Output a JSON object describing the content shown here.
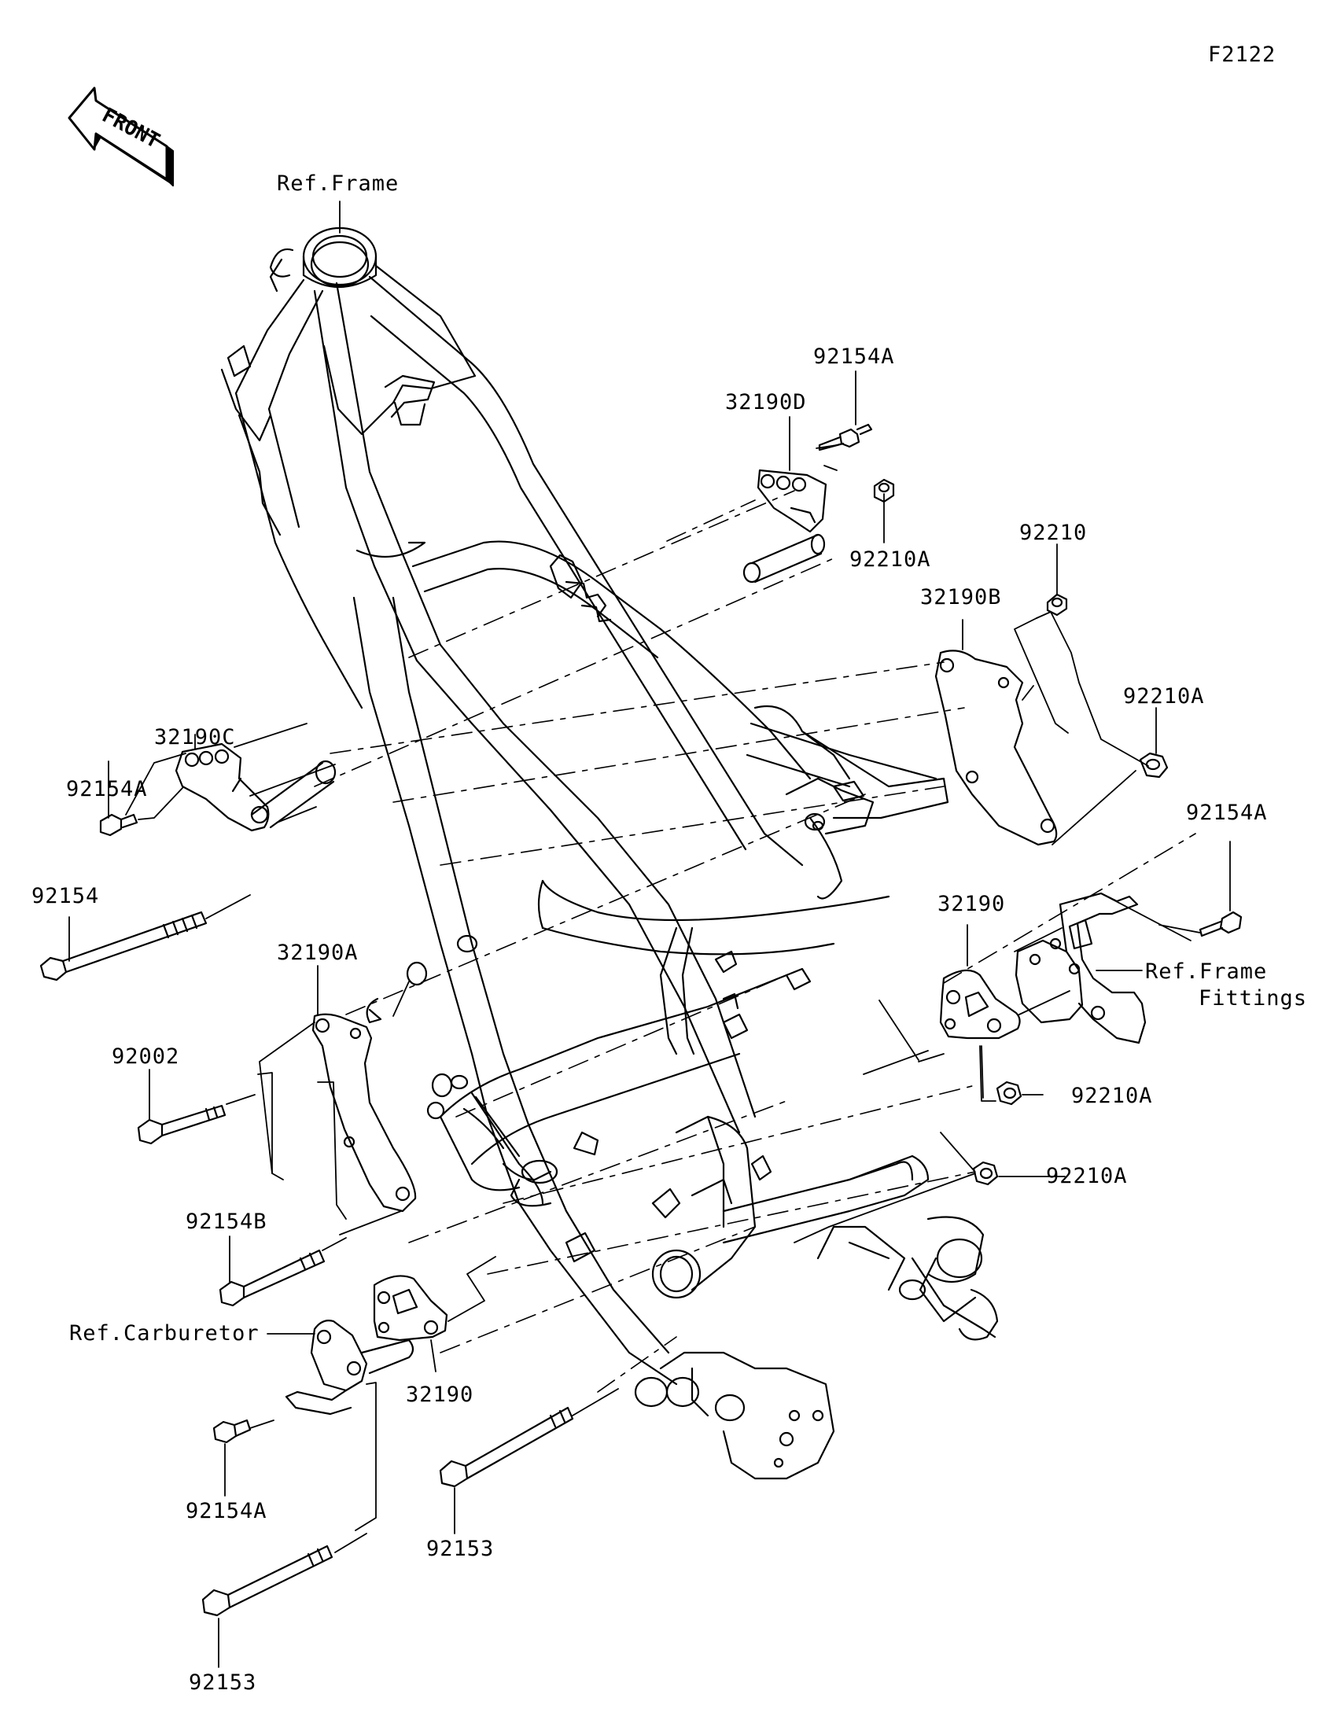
{
  "figure_id": "F2122",
  "direction_marker": "FRONT",
  "parts": [
    {
      "id": "ref-frame",
      "text": "Ref.Frame"
    },
    {
      "id": "p-92154a-top",
      "text": "92154A"
    },
    {
      "id": "p-32190d",
      "text": "32190D"
    },
    {
      "id": "p-92210a-top",
      "text": "92210A"
    },
    {
      "id": "p-92210",
      "text": "92210"
    },
    {
      "id": "p-32190b",
      "text": "32190B"
    },
    {
      "id": "p-92210a-right",
      "text": "92210A"
    },
    {
      "id": "p-92154a-right",
      "text": "92154A"
    },
    {
      "id": "p-32190c",
      "text": "32190C"
    },
    {
      "id": "p-92154a-left",
      "text": "92154A"
    },
    {
      "id": "p-92154",
      "text": "92154"
    },
    {
      "id": "p-32190-right",
      "text": "32190"
    },
    {
      "id": "ref-frame-fittings-1",
      "text": "Ref.Frame"
    },
    {
      "id": "ref-frame-fittings-2",
      "text": "Fittings"
    },
    {
      "id": "p-32190a",
      "text": "32190A"
    },
    {
      "id": "p-92002",
      "text": "92002"
    },
    {
      "id": "p-92210a-mid",
      "text": "92210A"
    },
    {
      "id": "p-92210a-low",
      "text": "92210A"
    },
    {
      "id": "p-92154b",
      "text": "92154B"
    },
    {
      "id": "ref-carburetor",
      "text": "Ref.Carburetor"
    },
    {
      "id": "p-32190-bottom",
      "text": "32190"
    },
    {
      "id": "p-92154a-bottom",
      "text": "92154A"
    },
    {
      "id": "p-92153-mid",
      "text": "92153"
    },
    {
      "id": "p-92153-bottom",
      "text": "92153"
    }
  ]
}
